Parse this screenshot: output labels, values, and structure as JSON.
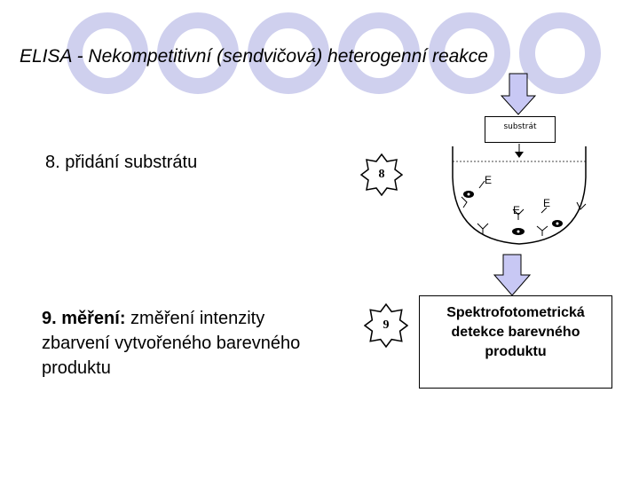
{
  "title": "ELISA - Nekompetitivní (sendvičová) heterogenní reakce",
  "step8": {
    "text": "8. přidání substrátu",
    "badge": "8"
  },
  "step9": {
    "bold": "9. měření:",
    "text": " změření intenzity zbarvení vytvořeného barevného produktu",
    "badge": "9"
  },
  "diagram": {
    "substrate_label": "substrát",
    "enzyme_label": "E",
    "result_text": "Spektrofotometrická detekce barevného produktu"
  },
  "colors": {
    "circles": "#cfd0ee",
    "arrow": "#c8c8f4",
    "badge": "#ffffff"
  }
}
